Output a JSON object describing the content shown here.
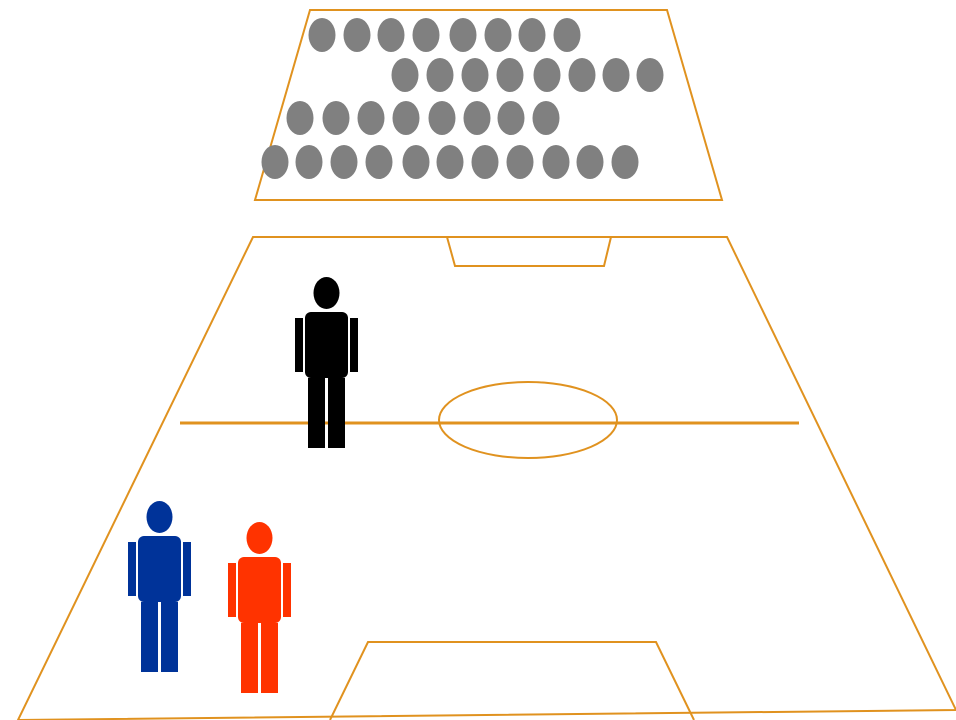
{
  "colors": {
    "line": "#E0921F",
    "spectator": "#808080",
    "background": "#FFFFFF",
    "referee": "#000000",
    "player_left": "#003399",
    "player_right": "#FF3300"
  },
  "stand": {
    "spectator_count": 35
  },
  "field": {
    "markings": [
      "halfway-line",
      "center-circle",
      "far-goal-box",
      "near-goal-box"
    ]
  },
  "figures": [
    {
      "name": "referee-figure",
      "color_key": "referee"
    },
    {
      "name": "blue-player-figure",
      "color_key": "player_left"
    },
    {
      "name": "red-player-figure",
      "color_key": "player_right"
    }
  ]
}
